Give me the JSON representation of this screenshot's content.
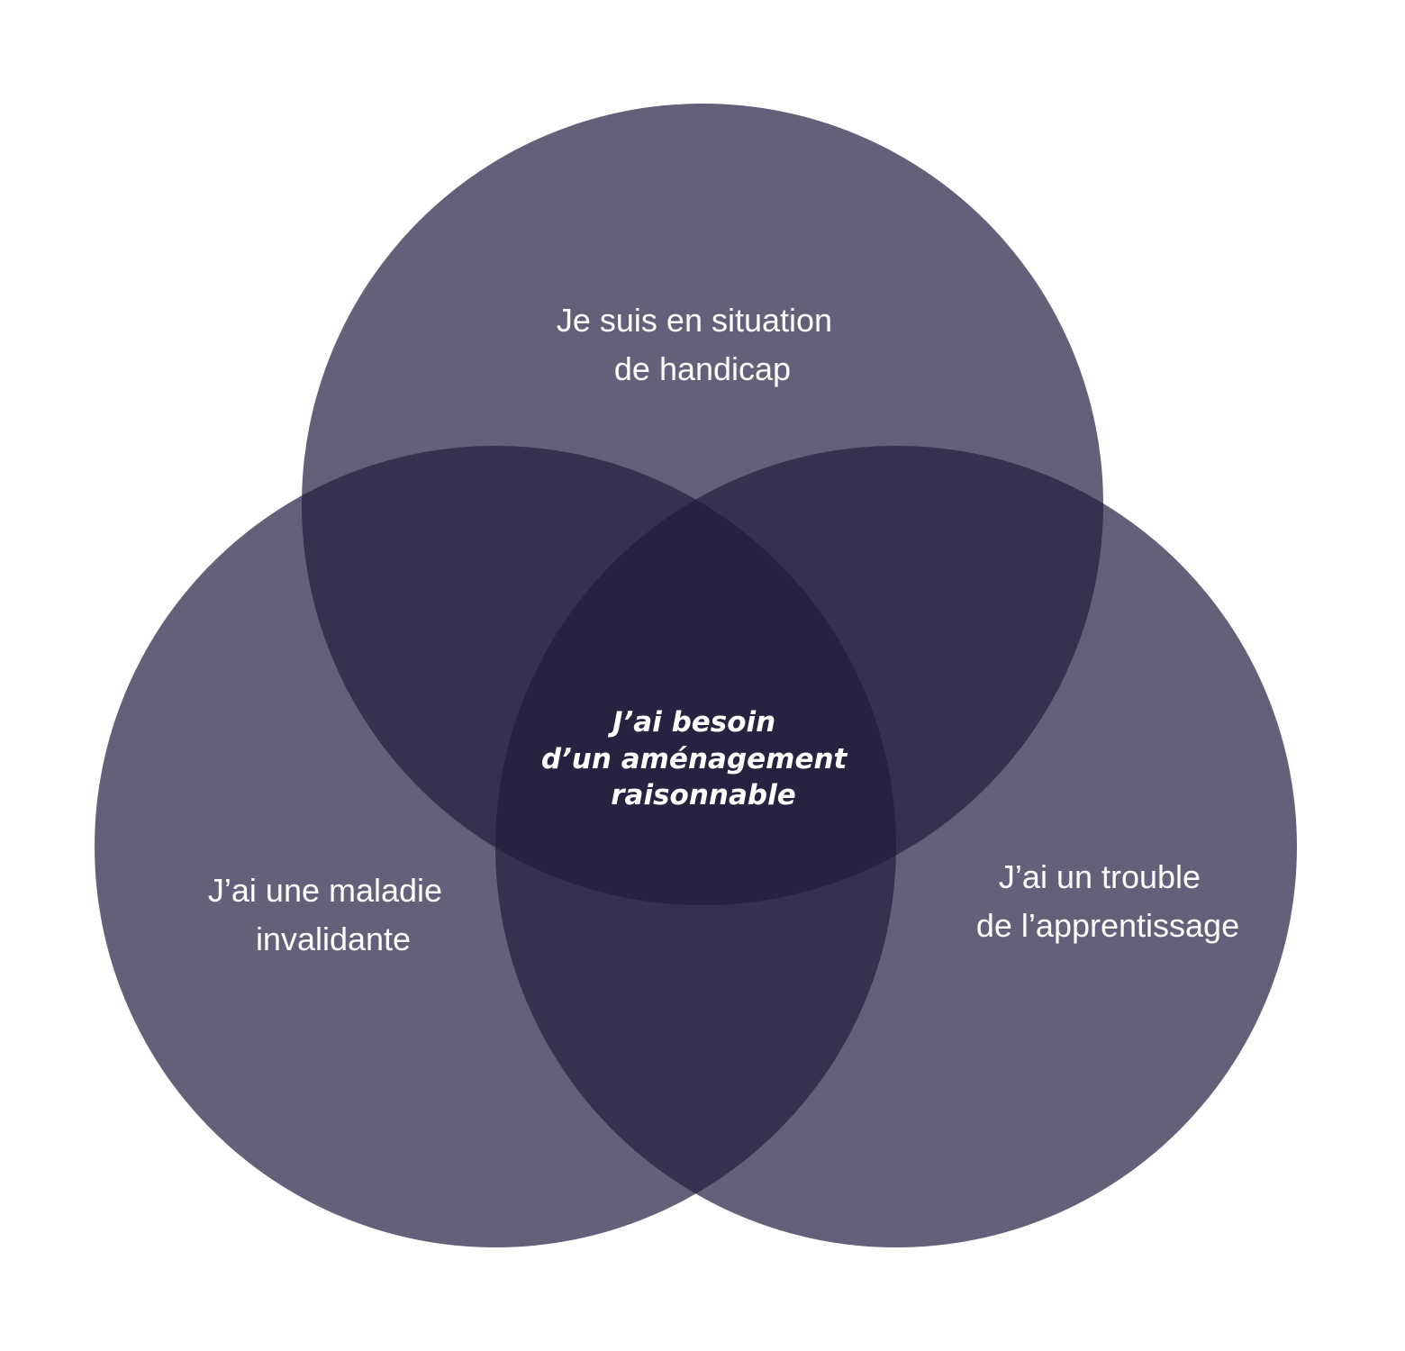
{
  "diagram": {
    "type": "venn-3",
    "colors": {
      "single_region": "#63617a",
      "double_region": "#35314f",
      "triple_region": "#262240",
      "text": "#ffffff",
      "background": "#ffffff"
    },
    "sets": [
      {
        "id": "handicap",
        "label_lines": [
          "Je suis en situation",
          "de handicap"
        ]
      },
      {
        "id": "maladie",
        "label_lines": [
          "J’ai une maladie",
          "invalidante"
        ]
      },
      {
        "id": "apprentissage",
        "label_lines": [
          "J’ai un trouble",
          "de l’apprentissage"
        ]
      }
    ],
    "intersection": {
      "label_lines": [
        "J’ai besoin",
        "d’un aménagement",
        "raisonnable"
      ]
    }
  }
}
